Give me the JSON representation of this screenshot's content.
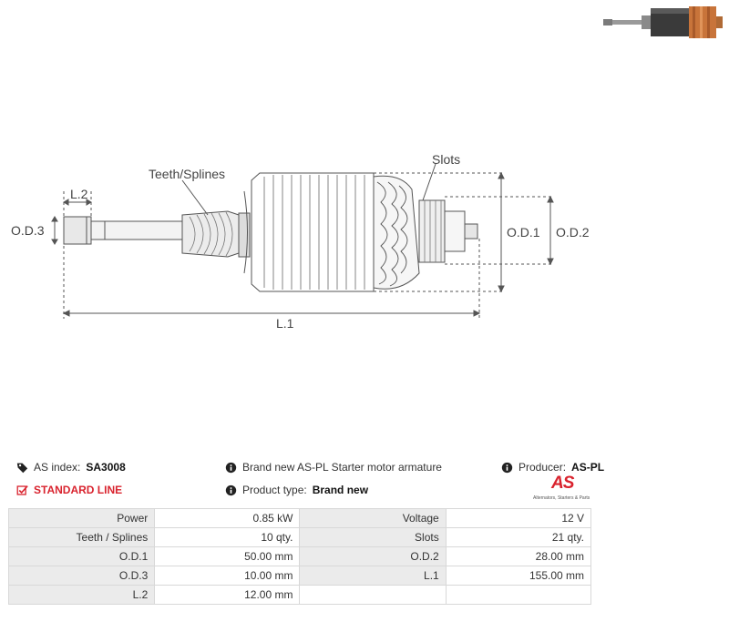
{
  "diagram": {
    "labels": {
      "teeth_splines": "Teeth/Splines",
      "slots": "Slots",
      "l2": "L.2",
      "od3": "O.D.3",
      "od1": "O.D.1",
      "od2": "O.D.2",
      "l1": "L.1"
    }
  },
  "info": {
    "as_index_label": "AS index:",
    "as_index_value": "SA3008",
    "line": "STANDARD LINE",
    "description": "Brand new AS-PL Starter motor armature",
    "product_type_label": "Product type:",
    "product_type_value": "Brand new",
    "producer_label": "Producer:",
    "producer_value": "AS-PL"
  },
  "logo": {
    "mark": "AS",
    "tagline": "Alternators, Starters & Parts"
  },
  "specs": {
    "rows": [
      {
        "l1": "Power",
        "v1": "0.85 kW",
        "l2": "Voltage",
        "v2": "12 V"
      },
      {
        "l1": "Teeth / Splines",
        "v1": "10 qty.",
        "l2": "Slots",
        "v2": "21 qty."
      },
      {
        "l1": "O.D.1",
        "v1": "50.00 mm",
        "l2": "O.D.2",
        "v2": "28.00 mm"
      },
      {
        "l1": "O.D.3",
        "v1": "10.00 mm",
        "l2": "L.1",
        "v2": "155.00 mm"
      },
      {
        "l1": "L.2",
        "v1": "12.00 mm",
        "l2": "",
        "v2": ""
      }
    ]
  },
  "colors": {
    "accent_red": "#d9232e",
    "label_bg": "#ebebeb",
    "border": "#d8d8d8",
    "copper": "#c8743a"
  }
}
